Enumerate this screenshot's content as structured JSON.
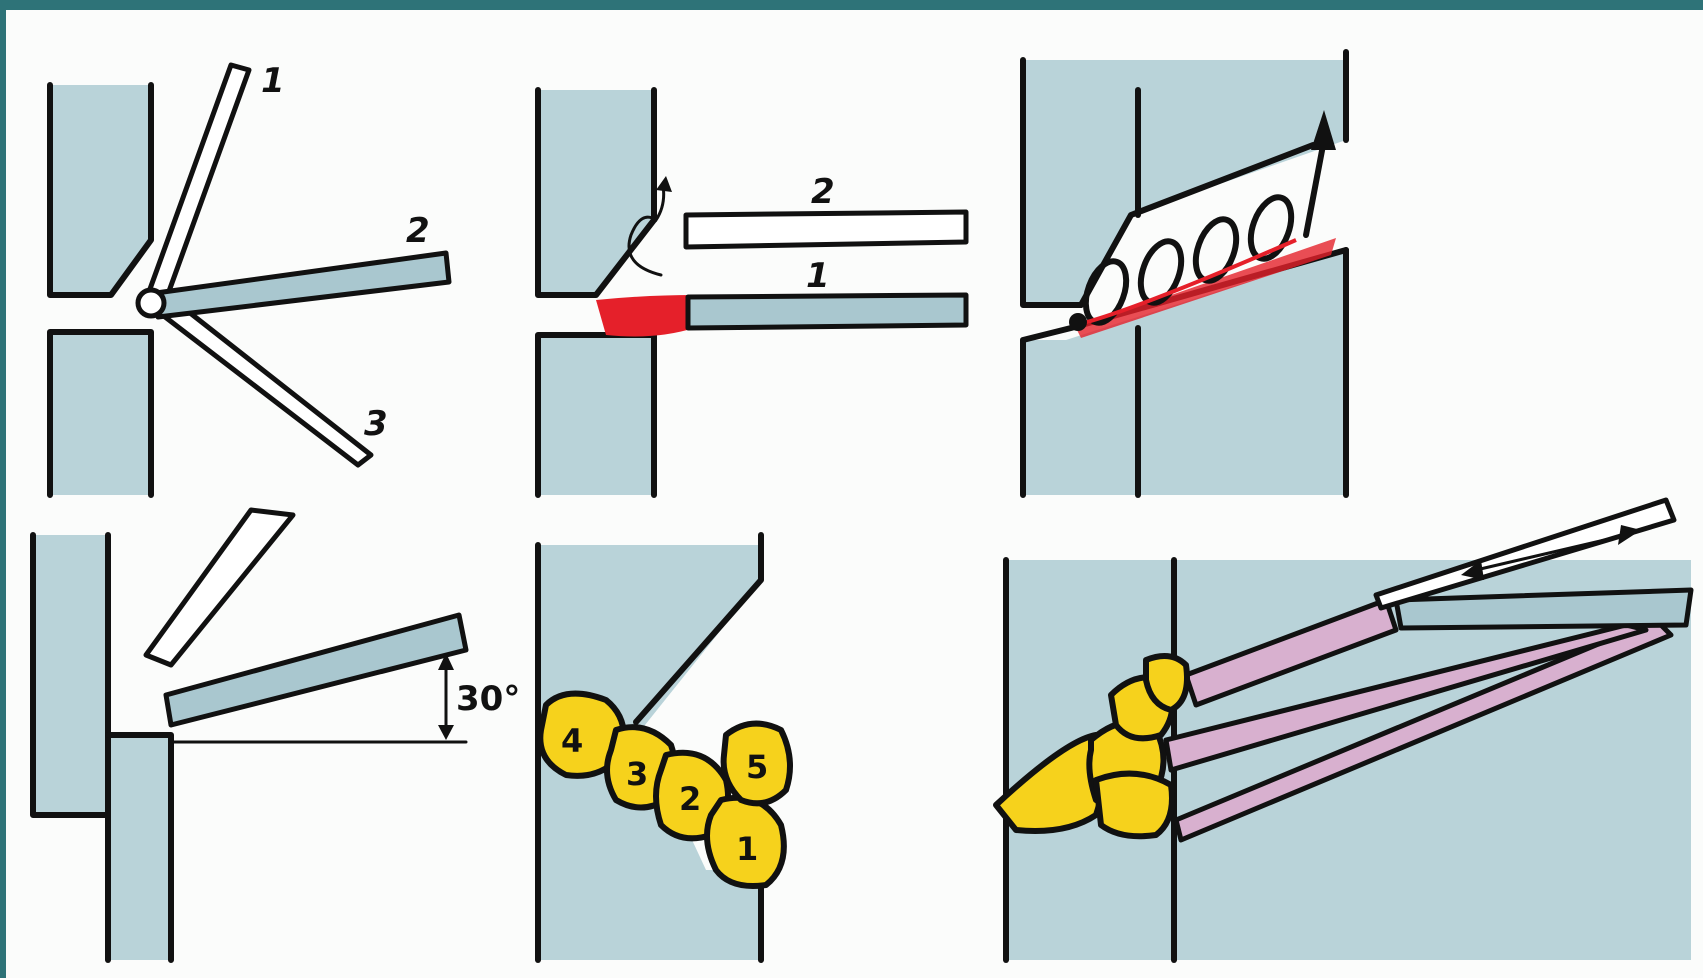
{
  "figures": [
    {
      "id": "fig-1",
      "labels": {
        "rod_1": "1",
        "rod_2": "2",
        "rod_3": "3"
      }
    },
    {
      "id": "fig-2",
      "labels": {
        "rod_2": "2",
        "rod_1": "1"
      }
    },
    {
      "id": "fig-3",
      "labels": {}
    },
    {
      "id": "fig-4",
      "labels": {
        "angle": "30°"
      }
    },
    {
      "id": "fig-5",
      "labels": {
        "bead_4": "4",
        "bead_3": "3",
        "bead_2": "2",
        "bead_1": "1",
        "bead_5": "5"
      }
    },
    {
      "id": "fig-6",
      "labels": {}
    }
  ],
  "colors": {
    "frame": "#2e7378",
    "background": "#fbfcfb",
    "plate": "#b9d3d9",
    "rod": "#a9c7cf",
    "weld_pool": "#e5202a",
    "bead": "#f6d21c",
    "rod_pink": "#d8b0cf"
  }
}
